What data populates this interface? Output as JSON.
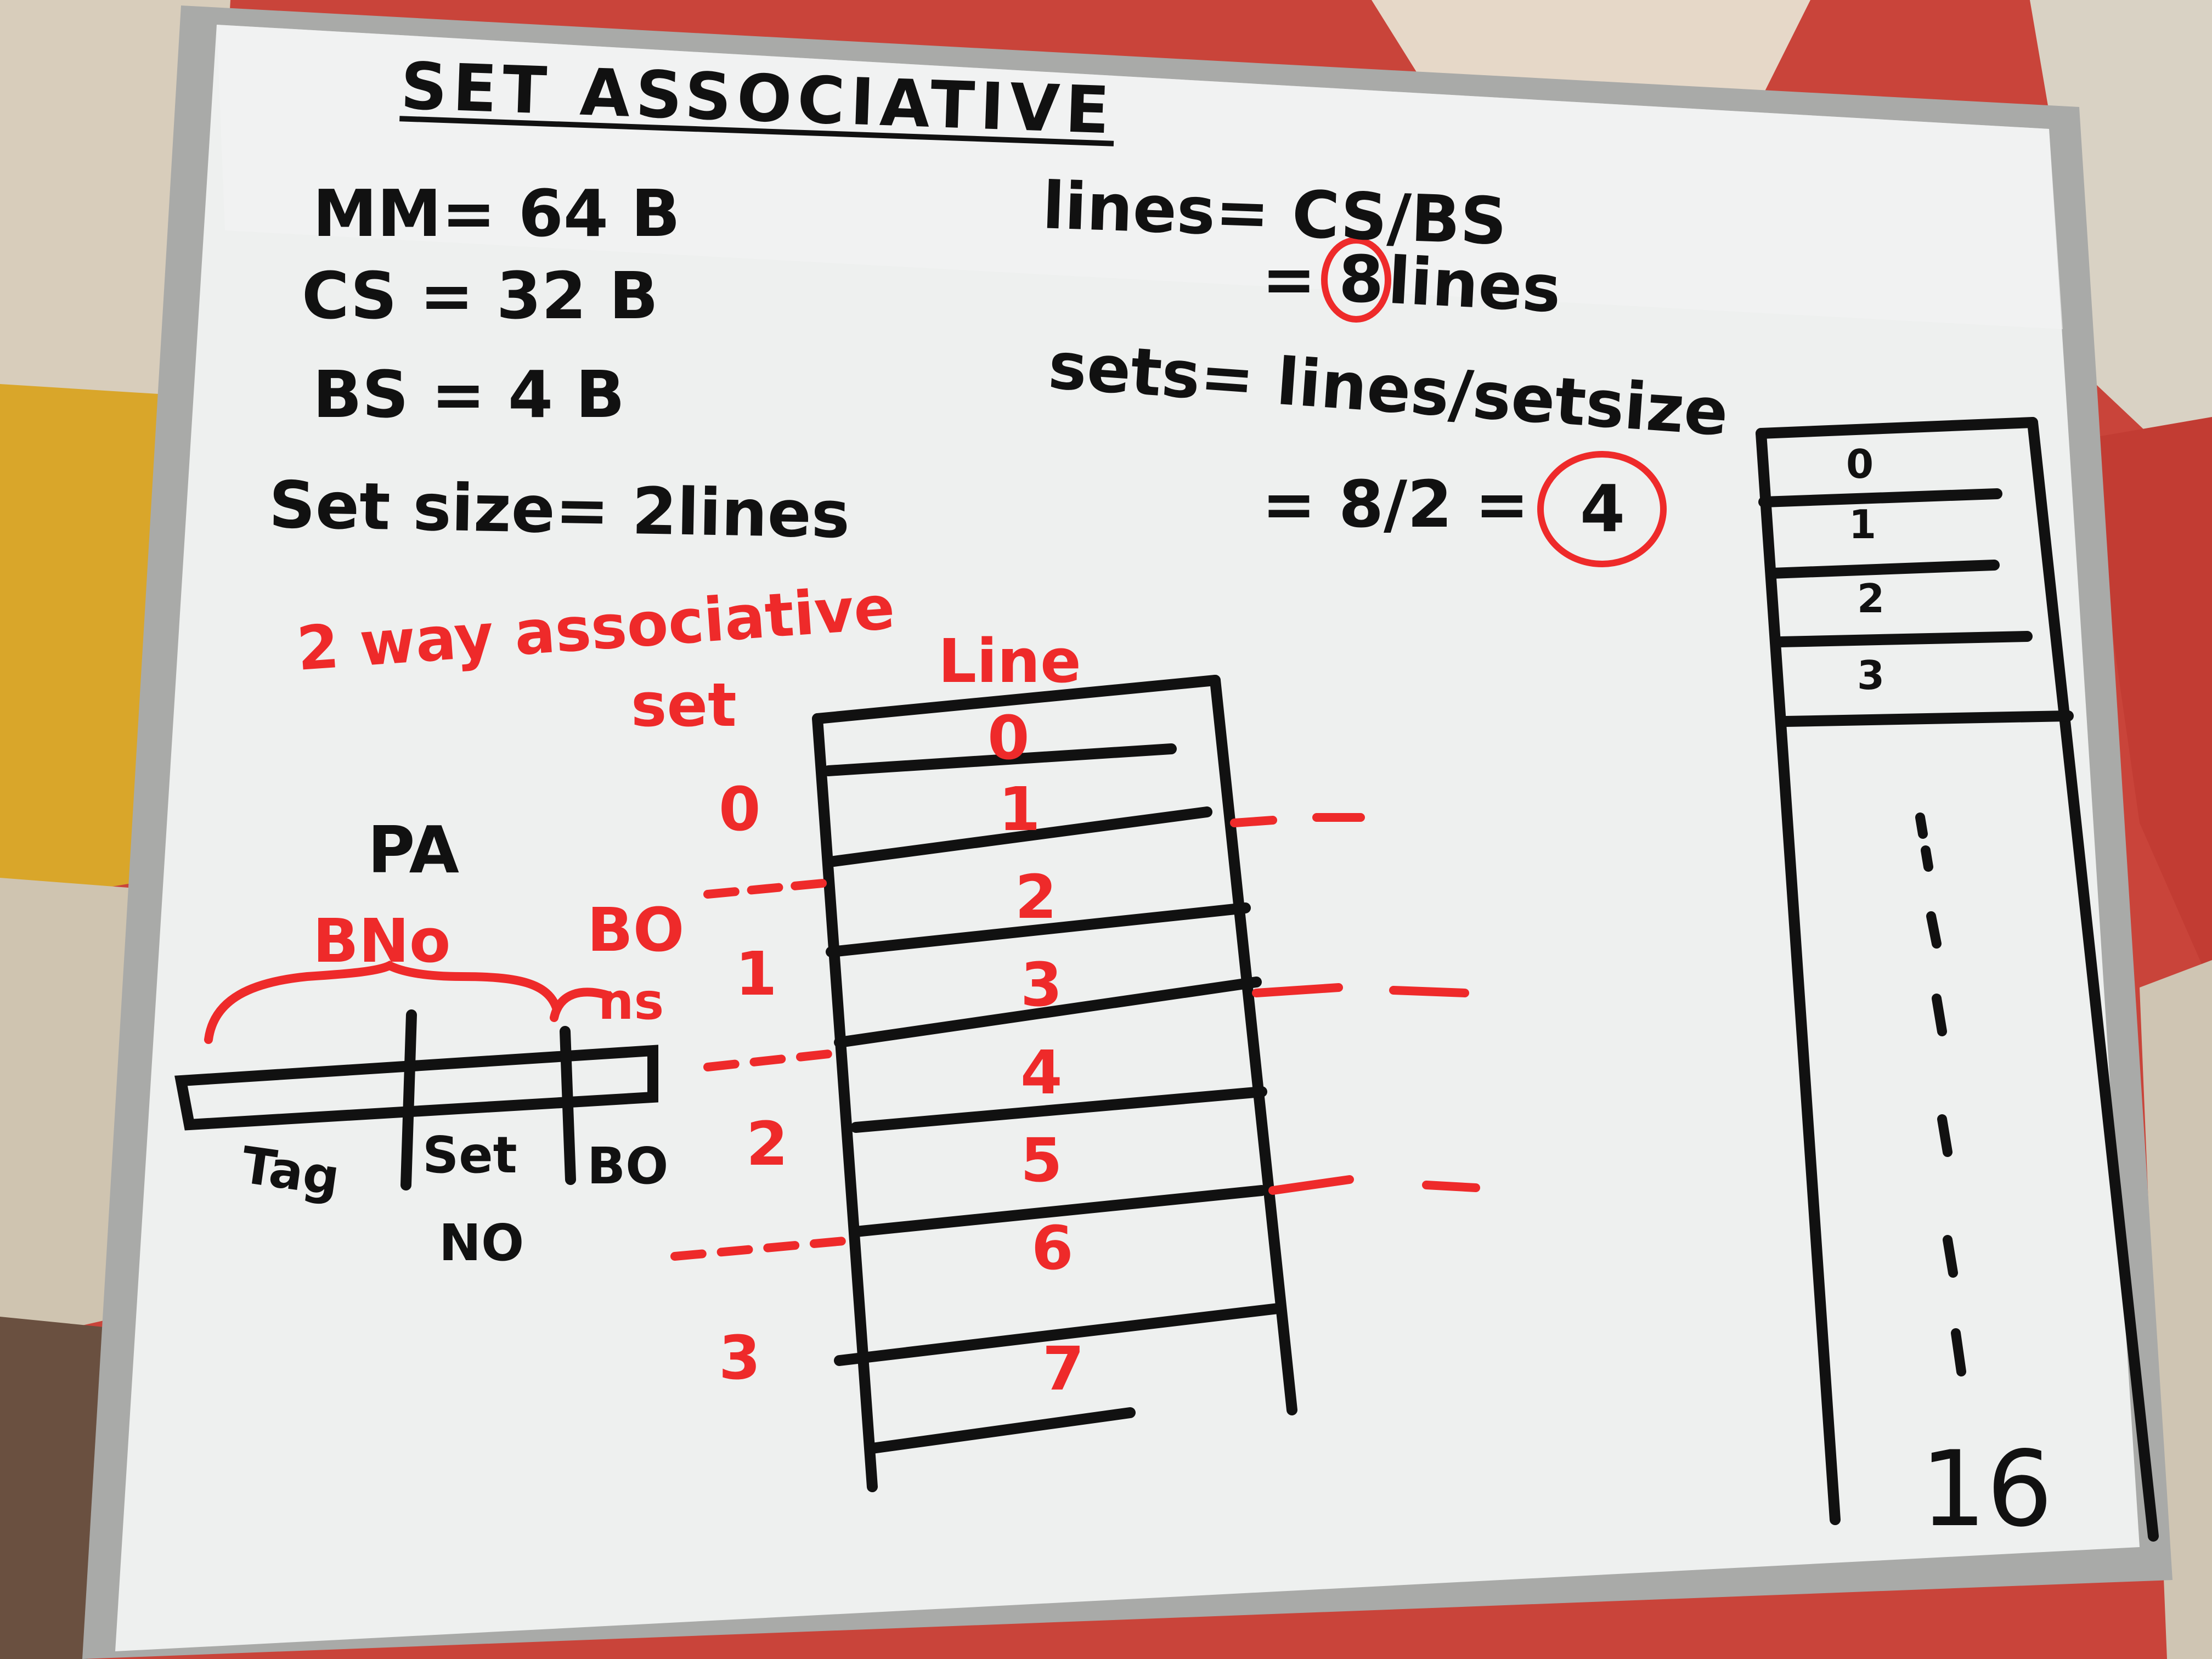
{
  "title": "SET ASSOCIATIVE",
  "params": {
    "mm": "MM= 64 B",
    "cs": "CS = 32 B",
    "bs": "BS = 4 B",
    "set_size": "Set size= 2lines"
  },
  "formulas": {
    "lines_eq": "lines= CS/BS",
    "lines_result_prefix": "=",
    "lines_result_value": "8",
    "lines_result_suffix": "lines",
    "sets_eq": "sets= lines/setsize",
    "sets_result_prefix": "= 8/2 =",
    "sets_result_value": "4"
  },
  "way_label": "2 way associative",
  "cache_table": {
    "set_header": "set",
    "line_header": "Line",
    "line_numbers": [
      "0",
      "1",
      "2",
      "3",
      "4",
      "5",
      "6",
      "7"
    ],
    "set_numbers": [
      "0",
      "1",
      "2",
      "3"
    ]
  },
  "address": {
    "label": "PA",
    "block_no": "BNo",
    "block_offset_top": "BO",
    "block_offset_short": "ns",
    "tag": "Tag",
    "set_no_line1": "Set",
    "set_no_line2": "NO",
    "bo_bottom": "BO"
  },
  "main_memory": {
    "block_numbers": [
      "0",
      "1",
      "2",
      "3"
    ],
    "last_block": "16"
  },
  "colors": {
    "ink_black": "#111111",
    "ink_red": "#ee2a2a",
    "board": "#eef0ef",
    "frame": "#a9aaa8"
  }
}
